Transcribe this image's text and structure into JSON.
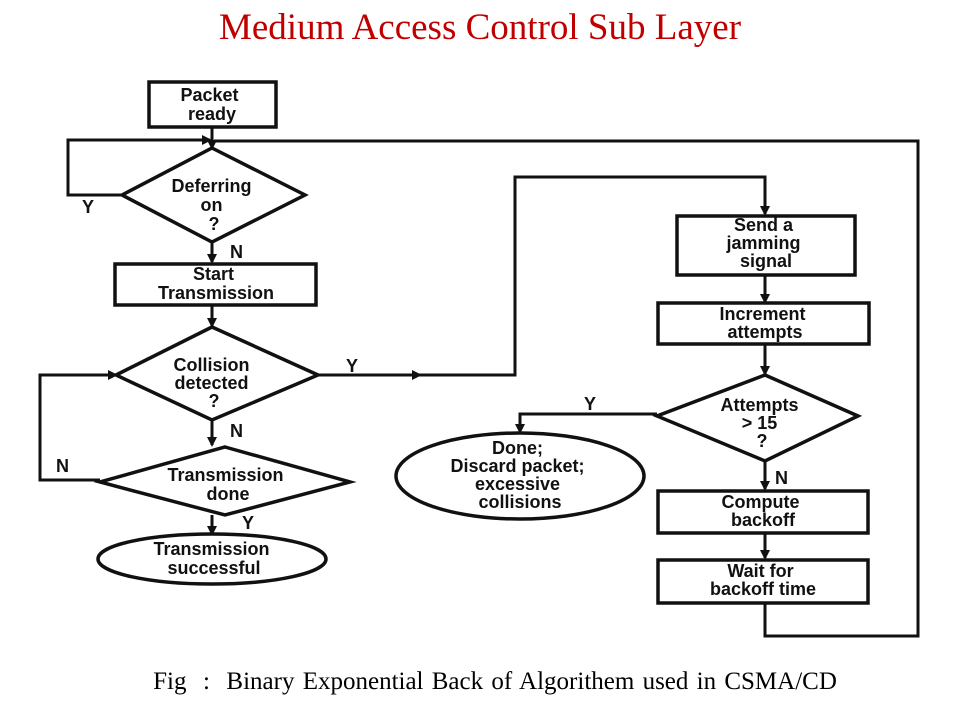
{
  "title": "Medium Access Control Sub Layer",
  "caption": "Fig  :  Binary Exponential Back of Algorithem used in CSMA/CD",
  "nodes": {
    "packet_ready": [
      "Packet",
      "ready"
    ],
    "deferring_on": [
      "Deferring",
      "on",
      "?"
    ],
    "start_transmission": [
      "Start",
      "Transmission"
    ],
    "collision_detected": [
      "Collision",
      "detected",
      "?"
    ],
    "transmission_done": [
      "Transmission",
      "done"
    ],
    "transmission_successful": [
      "Transmission",
      "successful"
    ],
    "send_jamming": [
      "Send a",
      "jamming",
      "signal"
    ],
    "increment_attempts": [
      "Increment",
      "attempts"
    ],
    "attempts_gt_15": [
      "Attempts",
      "> 15",
      "?"
    ],
    "done_discard": [
      "Done;",
      "Discard packet;",
      "excessive",
      "collisions"
    ],
    "compute_backoff": [
      "Compute",
      "backoff"
    ],
    "wait_backoff": [
      "Wait for",
      "backoff time"
    ]
  },
  "edge_labels": {
    "deferring_yes": "Y",
    "deferring_no": "N",
    "collision_yes": "Y",
    "collision_no": "N",
    "done_no": "N",
    "done_yes": "Y",
    "attempts_yes": "Y",
    "attempts_no": "N"
  }
}
